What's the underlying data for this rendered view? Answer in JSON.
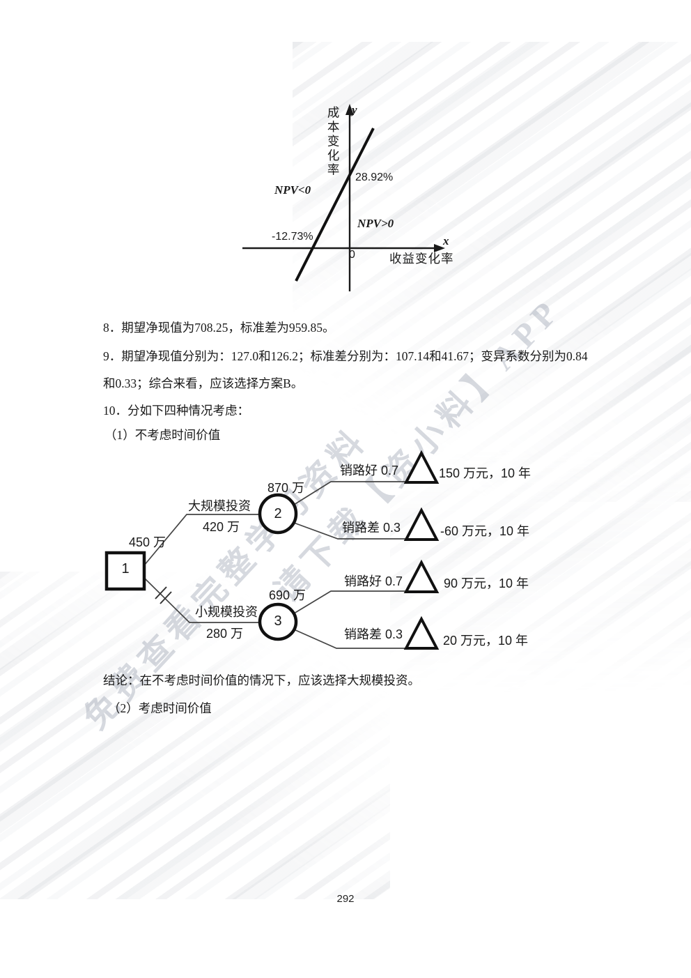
{
  "page": {
    "number": "292"
  },
  "watermark": {
    "line1": "免费查看完整学习资料",
    "line2": "请下载【资小料】APP"
  },
  "sensitivity_chart": {
    "y_axis_title": "成本变化率",
    "y_axis_var": "y",
    "x_axis_var": "x",
    "x_axis_title": "收益变化率",
    "origin_label": "0",
    "y_intercept_label": "28.92%",
    "x_intercept_label": "-12.73%",
    "region_left_label": "NPV<0",
    "region_right_label": "NPV>0"
  },
  "answers": {
    "item8": "8．期望净现值为708.25，标准差为959.85。",
    "item9_line1": "9．期望净现值分别为：127.0和126.2；标准差分别为：107.14和41.67；变异系数分别为0.84",
    "item9_line2": "和0.33；综合来看，应该选择方案B。",
    "item10": "10．分如下四种情况考虑：",
    "case1_heading": "（1）不考虑时间价值",
    "conclusion": "结论：在不考虑时间价值的情况下，应该选择大规模投资。",
    "case2_heading": "（2）考虑时间价值"
  },
  "decision_tree": {
    "root_node": "1",
    "root_cost": "450 万",
    "large": {
      "node": "2",
      "label": "大规模投资",
      "cost": "420 万",
      "expected": "870 万",
      "outcomes": [
        {
          "label": "销路好 0.7",
          "result": "150 万元，10 年"
        },
        {
          "label": "销路差 0.3",
          "result": "-60 万元，10 年"
        }
      ]
    },
    "small": {
      "node": "3",
      "label": "小规模投资",
      "cost": "280 万",
      "expected": "690 万",
      "outcomes": [
        {
          "label": "销路好 0.7",
          "result": "90 万元，10 年"
        },
        {
          "label": "销路差 0.3",
          "result": "20 万元，10 年"
        }
      ]
    }
  }
}
